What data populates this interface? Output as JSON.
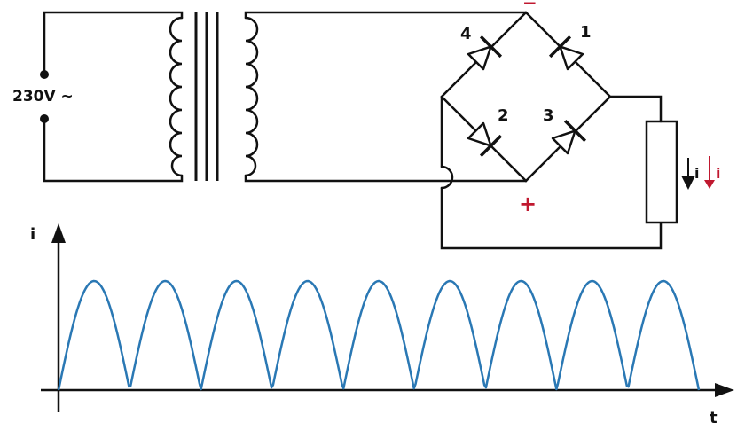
{
  "source": {
    "label": "230V ~"
  },
  "diodes": [
    {
      "id": "d4",
      "label": "4"
    },
    {
      "id": "d1",
      "label": "1"
    },
    {
      "id": "d2",
      "label": "2"
    },
    {
      "id": "d3",
      "label": "3"
    }
  ],
  "polarity": {
    "plus": "+",
    "minus": "−"
  },
  "load": {
    "current_black": "i",
    "current_red": "i"
  },
  "graph": {
    "y_label": "i",
    "x_label": "t",
    "half_waves": 9,
    "waveform": "full-wave rectified sine"
  },
  "colors": {
    "wire": "#111111",
    "accent": "#c0182f",
    "wave": "#2a78b4"
  }
}
